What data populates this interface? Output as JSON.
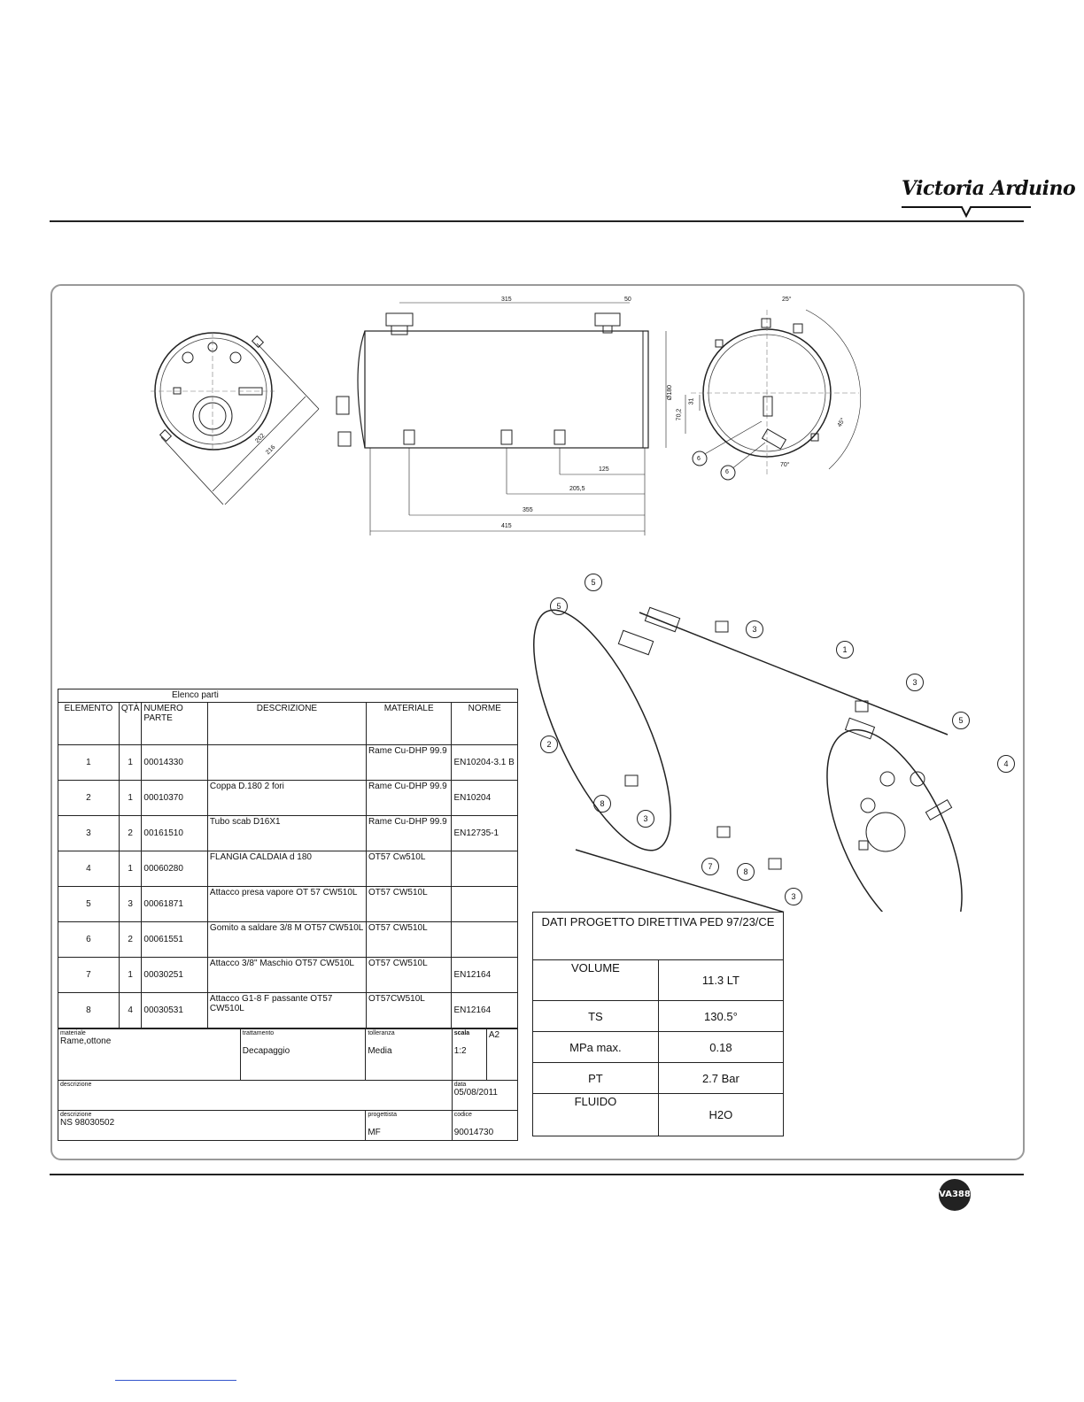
{
  "brand": {
    "logo_text": "Victoria Arduino",
    "badge_text": "VA388"
  },
  "dimensions": {
    "front": [
      "202",
      "216"
    ],
    "side": [
      "315",
      "50",
      "Ø180",
      "125",
      "205,5",
      "355",
      "415"
    ],
    "end": [
      "25°",
      "31",
      "70,2",
      "45°",
      "70°",
      "6",
      "6"
    ]
  },
  "callouts": [
    "5",
    "5",
    "3",
    "1",
    "3",
    "5",
    "2",
    "4",
    "8",
    "3",
    "7",
    "8",
    "3"
  ],
  "parts_list": {
    "title": "Elenco parti",
    "headers": [
      "ELEMENTO",
      "QTÀ",
      "NUMERO PARTE",
      "DESCRIZIONE",
      "MATERIALE",
      "NORME"
    ],
    "rows": [
      [
        "1",
        "1",
        "00014330",
        "",
        "Rame Cu-DHP 99.9",
        "EN10204-3.1 B"
      ],
      [
        "2",
        "1",
        "00010370",
        "Coppa D.180 2 fori",
        "Rame Cu-DHP 99.9",
        "EN10204"
      ],
      [
        "3",
        "2",
        "00161510",
        " Tubo scab D16X1",
        "Rame Cu-DHP 99.9",
        "EN12735-1"
      ],
      [
        "4",
        "1",
        "00060280",
        "FLANGIA CALDAIA d 180",
        "OT57 Cw510L",
        ""
      ],
      [
        "5",
        "3",
        "00061871",
        "Attacco presa vapore OT 57 CW510L",
        "OT57 CW510L",
        ""
      ],
      [
        "6",
        "2",
        "00061551",
        "Gomito a saldare 3/8 M OT57 CW510L",
        "OT57 CW510L",
        ""
      ],
      [
        "7",
        "1",
        "00030251",
        "Attacco 3/8\" Maschio OT57 CW510L",
        "OT57 CW510L",
        "EN12164"
      ],
      [
        "8",
        "4",
        "00030531",
        "Attacco G1-8 F passante OT57 CW510L",
        "OT57CW510L",
        "EN12164"
      ]
    ]
  },
  "title_block": {
    "materiale_label": "materiale",
    "materiale": "Rame,ottone",
    "trattamento_label": "trattamento",
    "trattamento": "Decapaggio",
    "tolleranza_label": "tolleranza",
    "tolleranza": "Media",
    "scala_label": "scala",
    "scala": "1:2",
    "formato": "A2",
    "descrizione_label": "descrizione",
    "descrizione": "",
    "data_label": "data",
    "data": "05/08/2011",
    "descrizione2_label": "descrizione",
    "descrizione2": "NS 98030502",
    "progettista_label": "progettista",
    "progettista": "MF",
    "codice_label": "codice",
    "codice": "90014730"
  },
  "ped": {
    "title": "DATI PROGETTO DIRETTIVA PED 97/23/CE",
    "rows": [
      [
        "VOLUME",
        "11.3 LT"
      ],
      [
        "TS",
        "130.5°"
      ],
      [
        "MPa max.",
        "0.18"
      ],
      [
        "PT",
        "2.7 Bar"
      ],
      [
        "FLUIDO",
        "H2O"
      ]
    ]
  }
}
